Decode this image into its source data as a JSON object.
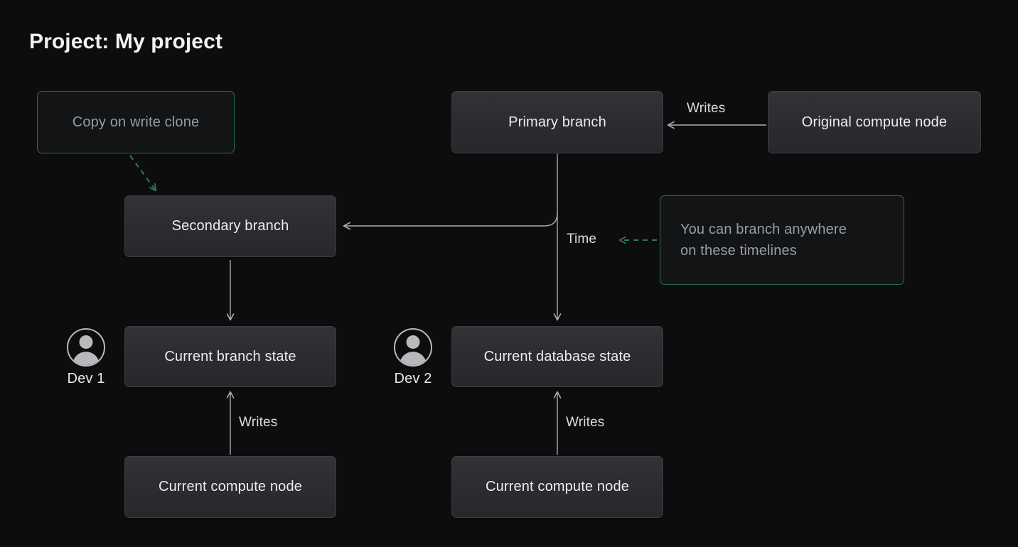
{
  "page": {
    "title": "Project: My project",
    "background_color": "#0d0d0d"
  },
  "colors": {
    "accent_green": "#2c6b4f",
    "node_fill": "#2e2f33",
    "node_border": "#3d3e43",
    "wire": "#a9abae",
    "text_primary": "#eceded",
    "text_muted": "#9a9da1"
  },
  "nodes": {
    "copy_on_write_clone": {
      "label": "Copy on write clone"
    },
    "primary_branch": {
      "label": "Primary branch"
    },
    "original_compute_node": {
      "label": "Original compute node"
    },
    "secondary_branch": {
      "label": "Secondary branch"
    },
    "branch_anywhere_note": {
      "line1": "You can branch anywhere",
      "line2": "on these timelines"
    },
    "current_branch_state": {
      "label": "Current branch state"
    },
    "current_database_state": {
      "label": "Current database state"
    },
    "current_compute_node_left": {
      "label": "Current compute node"
    },
    "current_compute_node_right": {
      "label": "Current compute node"
    }
  },
  "edge_labels": {
    "writes_top": "Writes",
    "time": "Time",
    "writes_left": "Writes",
    "writes_right": "Writes"
  },
  "actors": [
    {
      "icon": "user-avatar-icon",
      "label": "Dev 1"
    },
    {
      "icon": "user-avatar-icon",
      "label": "Dev 2"
    }
  ]
}
